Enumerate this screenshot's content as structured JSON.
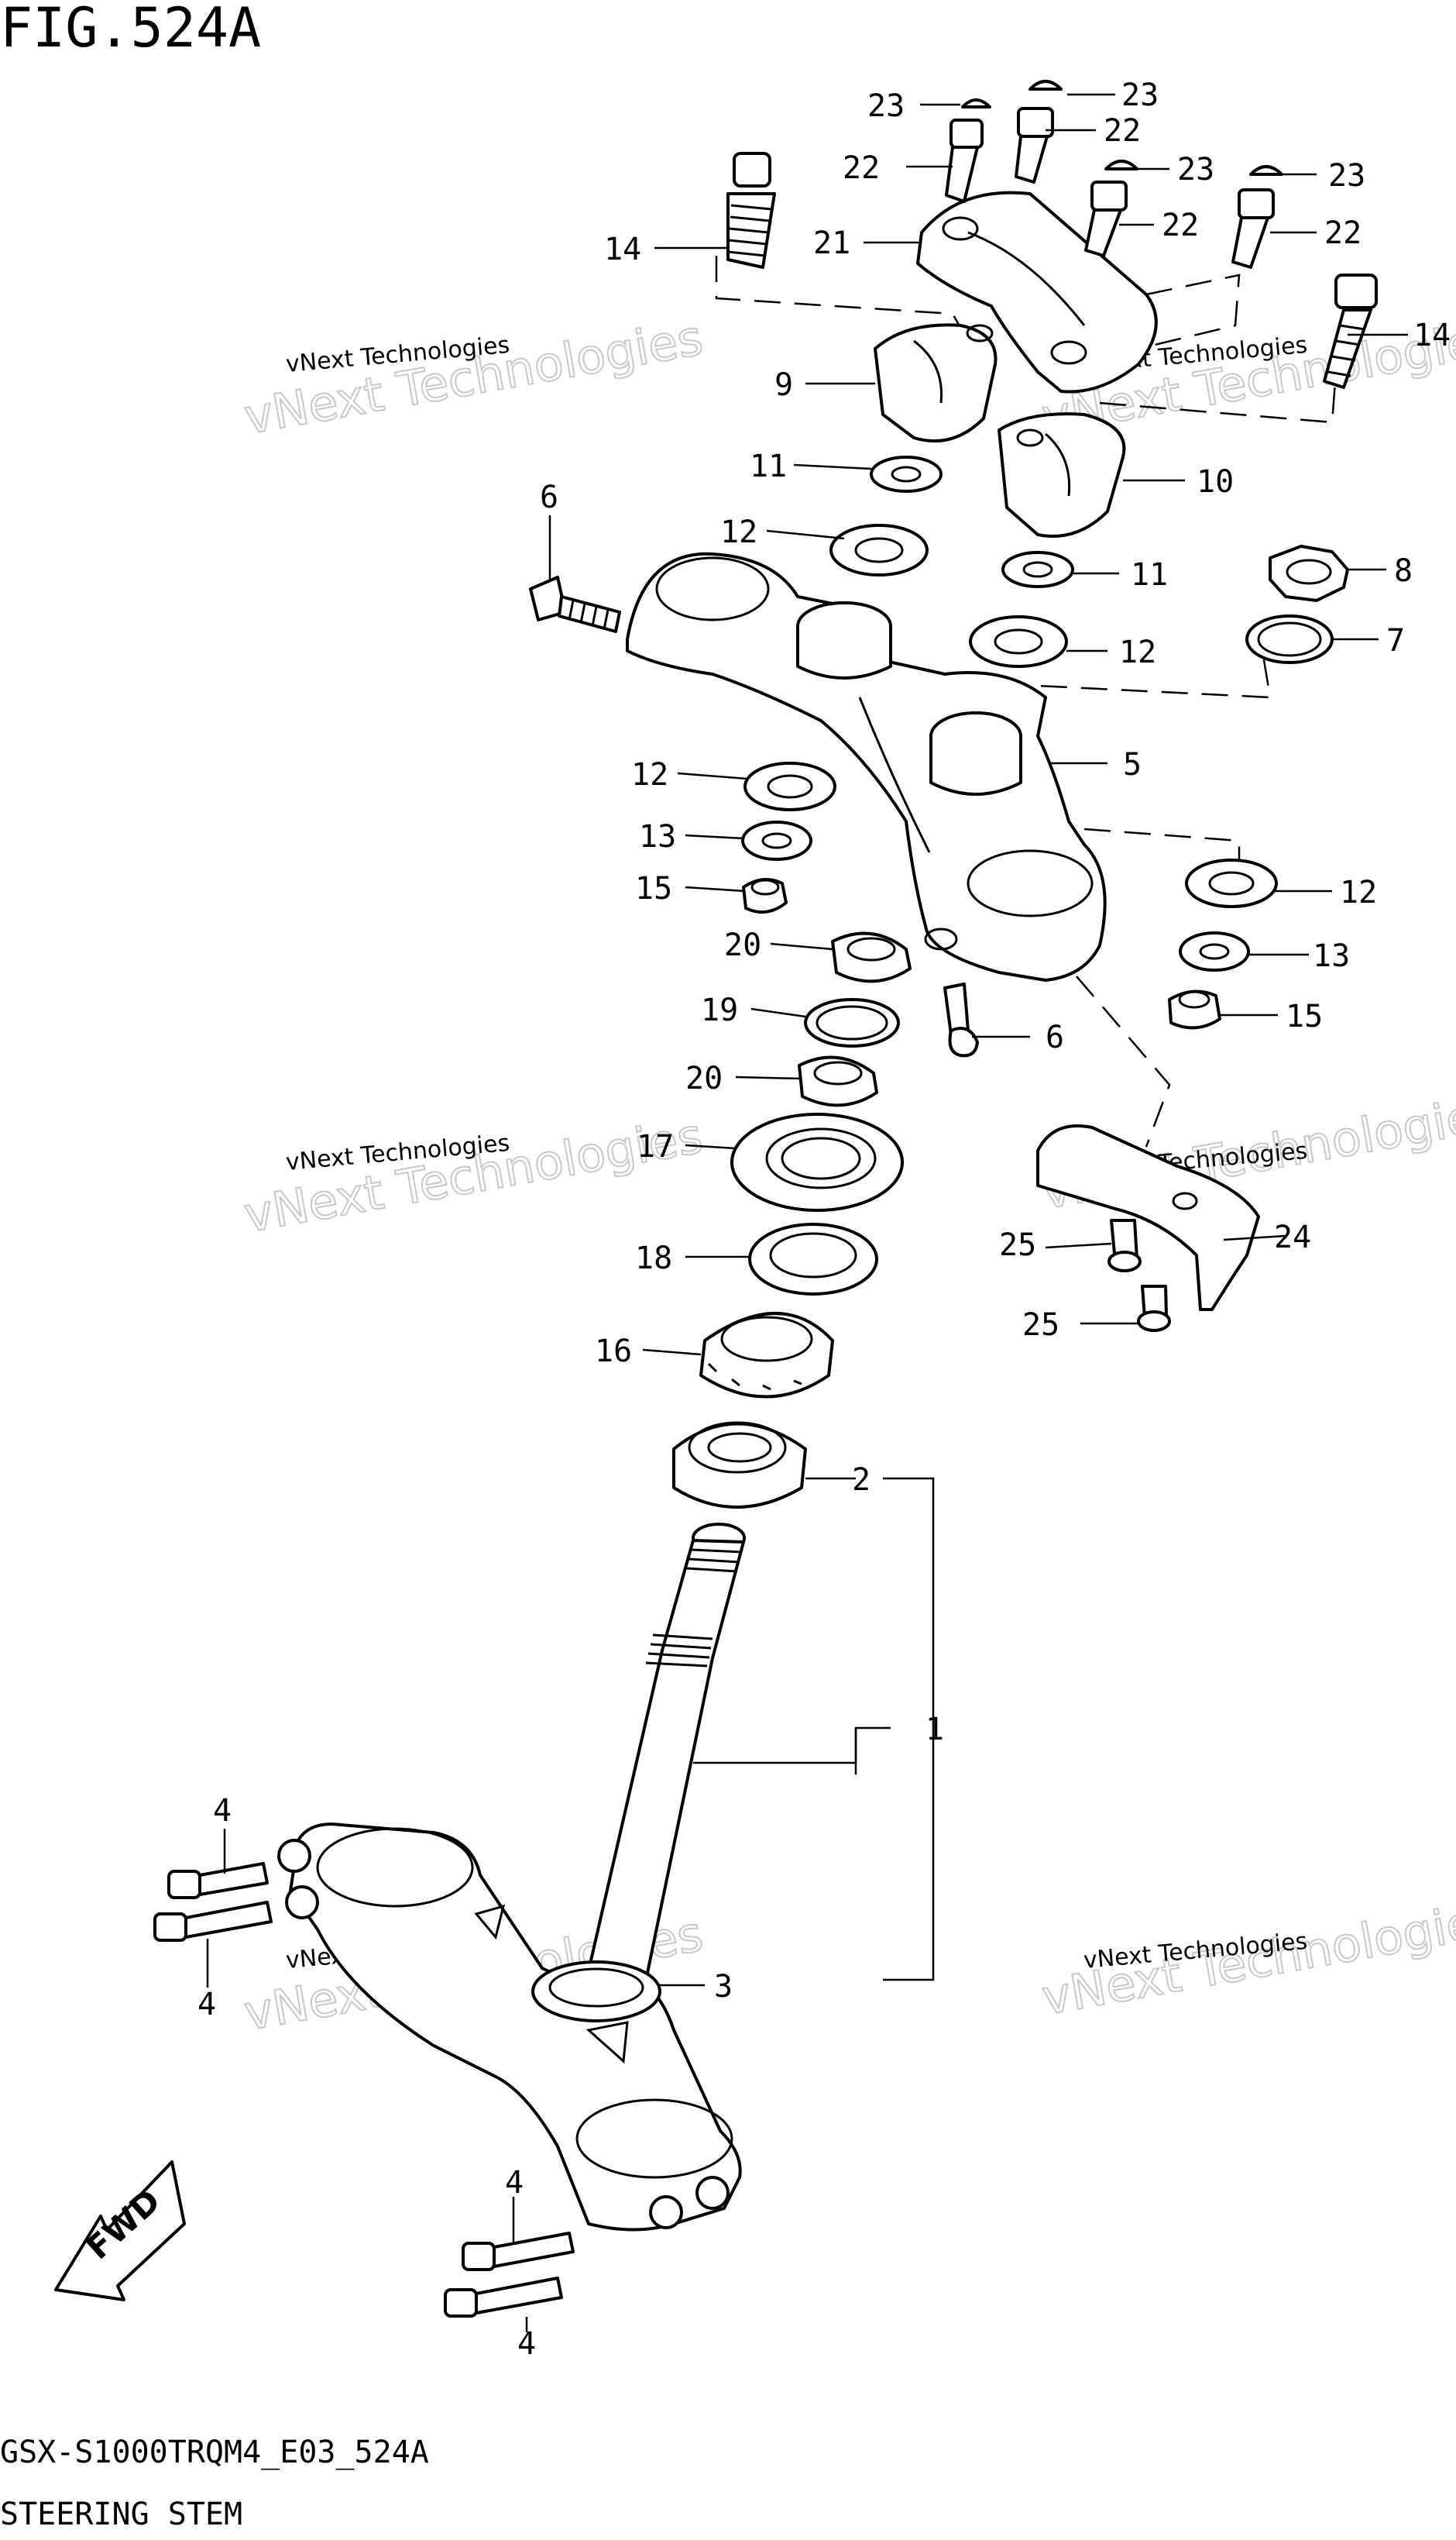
{
  "figure": {
    "title": "FIG.524A",
    "model_code": "GSX-S1000TRQM4_E03_524A",
    "section_name": "STEERING STEM"
  },
  "direction_badge": {
    "label": "FWD"
  },
  "watermark": {
    "line1": "vNext Technologies",
    "line2": "vNext Technologies"
  },
  "callouts": [
    {
      "id": "c23a",
      "label": "23"
    },
    {
      "id": "c23b",
      "label": "23"
    },
    {
      "id": "c23c",
      "label": "23"
    },
    {
      "id": "c23d",
      "label": "23"
    },
    {
      "id": "c22a",
      "label": "22"
    },
    {
      "id": "c22b",
      "label": "22"
    },
    {
      "id": "c22c",
      "label": "22"
    },
    {
      "id": "c22d",
      "label": "22"
    },
    {
      "id": "c21",
      "label": "21"
    },
    {
      "id": "c14a",
      "label": "14"
    },
    {
      "id": "c14b",
      "label": "14"
    },
    {
      "id": "c9",
      "label": "9"
    },
    {
      "id": "c10",
      "label": "10"
    },
    {
      "id": "c11a",
      "label": "11"
    },
    {
      "id": "c11b",
      "label": "11"
    },
    {
      "id": "c12a",
      "label": "12"
    },
    {
      "id": "c12b",
      "label": "12"
    },
    {
      "id": "c12c",
      "label": "12"
    },
    {
      "id": "c12d",
      "label": "12"
    },
    {
      "id": "c6a",
      "label": "6"
    },
    {
      "id": "c6b",
      "label": "6"
    },
    {
      "id": "c8",
      "label": "8"
    },
    {
      "id": "c7",
      "label": "7"
    },
    {
      "id": "c5",
      "label": "5"
    },
    {
      "id": "c13a",
      "label": "13"
    },
    {
      "id": "c13b",
      "label": "13"
    },
    {
      "id": "c15a",
      "label": "15"
    },
    {
      "id": "c15b",
      "label": "15"
    },
    {
      "id": "c20a",
      "label": "20"
    },
    {
      "id": "c20b",
      "label": "20"
    },
    {
      "id": "c19",
      "label": "19"
    },
    {
      "id": "c17",
      "label": "17"
    },
    {
      "id": "c18",
      "label": "18"
    },
    {
      "id": "c16",
      "label": "16"
    },
    {
      "id": "c2",
      "label": "2"
    },
    {
      "id": "c1",
      "label": "1"
    },
    {
      "id": "c3",
      "label": "3"
    },
    {
      "id": "c24",
      "label": "24"
    },
    {
      "id": "c25a",
      "label": "25"
    },
    {
      "id": "c25b",
      "label": "25"
    },
    {
      "id": "c4a",
      "label": "4"
    },
    {
      "id": "c4b",
      "label": "4"
    },
    {
      "id": "c4c",
      "label": "4"
    },
    {
      "id": "c4d",
      "label": "4"
    }
  ]
}
